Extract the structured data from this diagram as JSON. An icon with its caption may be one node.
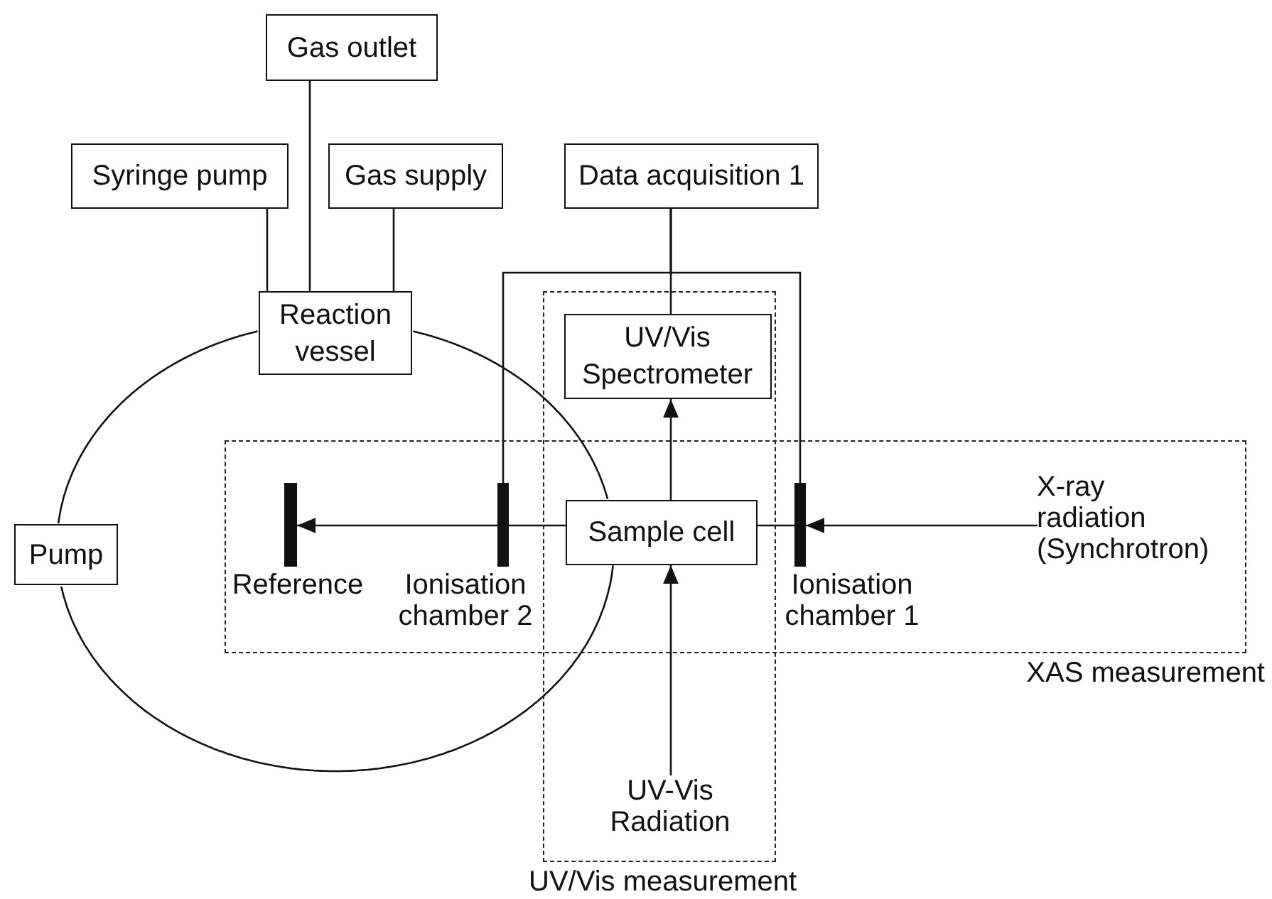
{
  "diagram": {
    "nodes": [
      {
        "text": [
          "Gas outlet"
        ]
      },
      {
        "text": [
          "Syringe pump"
        ]
      },
      {
        "text": [
          "Gas supply"
        ]
      },
      {
        "text": [
          "Data acquisition 1"
        ]
      },
      {
        "text": [
          "Reaction vessel"
        ]
      },
      {
        "text": [
          "UV/Vis measurement"
        ]
      },
      {
        "text": [
          "UV/Vis Spectrometer"
        ],
        "in": 5
      },
      {
        "text": [
          "Pump"
        ]
      },
      {
        "text": [
          "XAS measurement"
        ]
      },
      {
        "text": [],
        "shape": "bar",
        "beside": [
          "Reference"
        ],
        "in": 8
      },
      {
        "text": [],
        "shape": "bar",
        "beside": [
          "Ionisation chamber 2"
        ],
        "in": 8
      },
      {
        "text": [
          "Sample cell"
        ]
      },
      {
        "text": [],
        "shape": "bar",
        "beside": [
          "Ionisation chamber 1"
        ],
        "in": 8
      },
      {
        "text": [
          "X-ray radiation (Synchrotron)"
        ],
        "in": 8
      },
      {
        "text": [
          "UV-Vis Radiation"
        ],
        "in": 5
      }
    ],
    "edges": [
      {
        "from": 1,
        "to": 4,
        "arrow": "none"
      },
      {
        "from": 0,
        "to": 4,
        "arrow": "none"
      },
      {
        "from": 2,
        "to": 4,
        "arrow": "none"
      },
      {
        "from": 3,
        "to": 6,
        "arrow": "none"
      },
      {
        "from": 3,
        "to": 10,
        "arrow": "none"
      },
      {
        "from": 3,
        "to": 12,
        "arrow": "none"
      },
      {
        "from": 11,
        "to": 6,
        "arrow": "to"
      },
      {
        "from": 14,
        "to": 11,
        "arrow": "to"
      },
      {
        "from": 13,
        "to": 12,
        "arrow": "to"
      },
      {
        "from": 12,
        "to": 11,
        "arrow": "none"
      },
      {
        "from": 11,
        "to": 10,
        "arrow": "none"
      },
      {
        "from": 10,
        "to": 9,
        "arrow": "to"
      },
      {
        "from": 4,
        "to": 11,
        "arrow": "none"
      },
      {
        "from": 11,
        "to": 7,
        "arrow": "none"
      },
      {
        "from": 7,
        "to": 4,
        "arrow": "none"
      }
    ]
  }
}
